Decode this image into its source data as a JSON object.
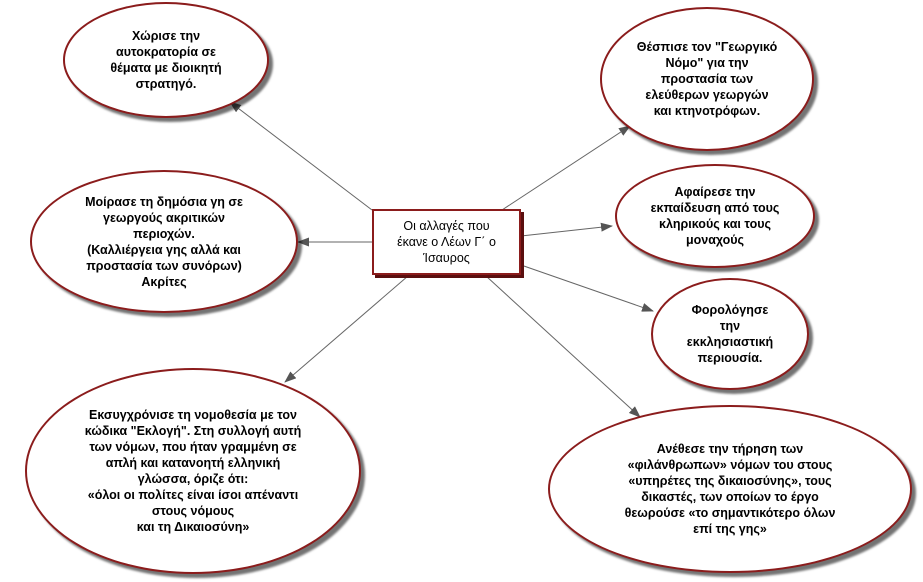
{
  "diagram": {
    "center": "Οι αλλαγές που\nέκανε ο Λέων Γ΄ ο\nΊσαυρος",
    "nodes": {
      "themata": "Χώρισε την\nαυτοκρατορία σε\nθέματα με διοικητή\nστρατηγό.",
      "akrites": "Μοίρασε τη δημόσια γη σε\nγεωργούς ακριτικών\nπεριοχών.\n(Καλλιέργεια γης αλλά και\nπροστασία των συνόρων)\nΑκρίτες",
      "ekloge": "Εκσυγχρόνισε τη νομοθεσία με τον\nκώδικα \"Εκλογή\". Στη συλλογή αυτή\nτων νόμων, που ήταν γραμμένη σε\nαπλή και κατανοητή ελληνική\nγλώσσα, όριζε ότι:\n«όλοι οι πολίτες είναι ίσοι απέναντι\nστους νόμους\nκαι τη Δικαιοσύνη»",
      "georgikos": "Θέσπισε τον \"Γεωργικό\nΝόμο\" για την\nπροστασία των\nελεύθερων γεωργών\nκαι κτηνοτρόφων.",
      "paideia": "Αφαίρεσε την\nεκπαίδευση από τους\nκληρικούς και τους\nμοναχούς",
      "forologia": "Φορολόγησε\nτην\nεκκλησιαστική\nπεριουσία.",
      "filanthropoi": "Ανέθεσε την τήρηση των\n«φιλάνθρωπων» νόμων του στους\n«υπηρέτες της δικαιοσύνης», τους\nδικαστές, των οποίων το έργο\nθεωρούσε «το σημαντικότερο όλων\nεπί της γης»"
    }
  }
}
